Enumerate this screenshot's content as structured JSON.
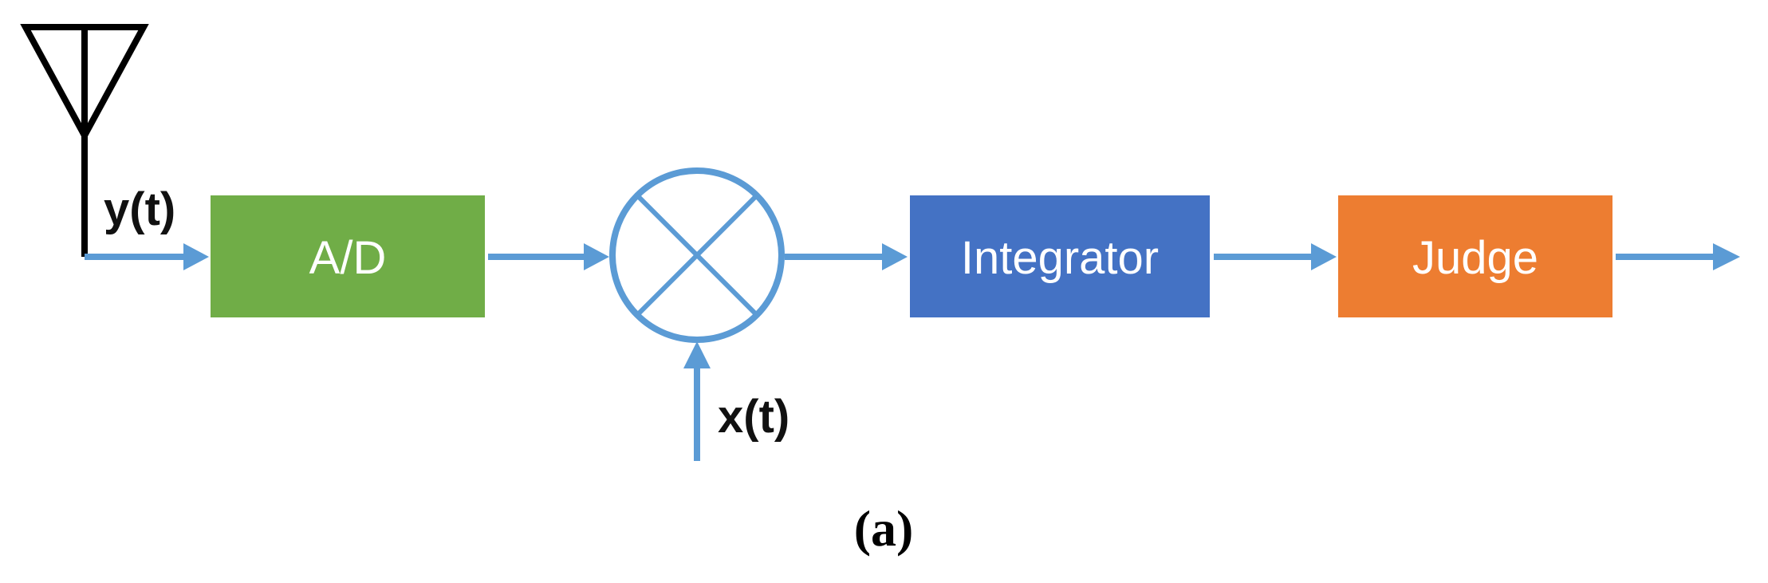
{
  "signals": {
    "input": "y(t)",
    "reference": "x(t)"
  },
  "blocks": {
    "ad": {
      "label": "A/D",
      "color": "#70ad47"
    },
    "integrator": {
      "label": "Integrator",
      "color": "#4472c4"
    },
    "judge": {
      "label": "Judge",
      "color": "#ed7d31"
    }
  },
  "colors": {
    "arrow": "#5b9bd5",
    "mixer": "#5b9bd5",
    "antenna": "#000000"
  },
  "caption": "(a)"
}
